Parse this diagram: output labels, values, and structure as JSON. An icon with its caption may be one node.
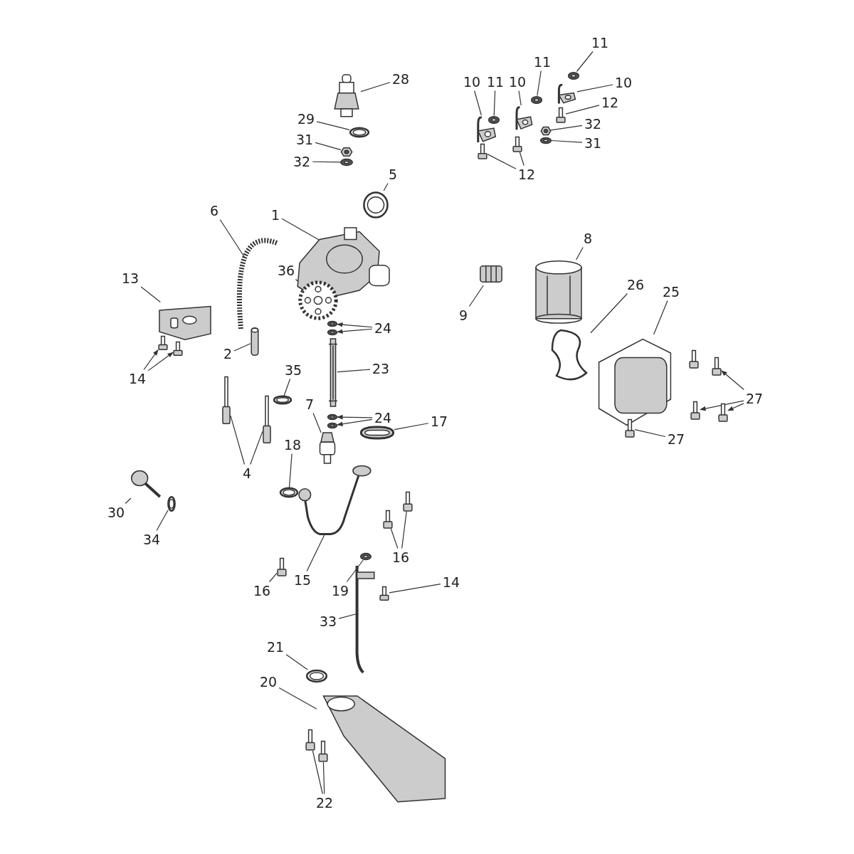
{
  "diagram": {
    "nodes": [
      {
        "text": [
          "28"
        ]
      },
      {
        "text": [],
        "shape": "picture"
      },
      {
        "text": [
          "29"
        ]
      },
      {
        "text": [],
        "shape": "picture"
      },
      {
        "text": [
          "31"
        ]
      },
      {
        "text": [],
        "shape": "picture"
      },
      {
        "text": [
          "32"
        ]
      },
      {
        "text": [],
        "shape": "picture"
      },
      {
        "text": [
          "10"
        ]
      },
      {
        "text": [],
        "shape": "picture"
      },
      {
        "text": [
          "11"
        ]
      },
      {
        "text": [],
        "shape": "picture"
      },
      {
        "text": [
          "10"
        ]
      },
      {
        "text": [],
        "shape": "picture"
      },
      {
        "text": [
          "11"
        ]
      },
      {
        "text": [],
        "shape": "picture"
      },
      {
        "text": [
          "11"
        ]
      },
      {
        "text": [],
        "shape": "picture"
      },
      {
        "text": [
          "10"
        ]
      },
      {
        "text": [],
        "shape": "picture"
      },
      {
        "text": [
          "12"
        ]
      },
      {
        "text": [],
        "shape": "picture"
      },
      {
        "text": [
          "32"
        ]
      },
      {
        "text": [],
        "shape": "picture"
      },
      {
        "text": [
          "31"
        ]
      },
      {
        "text": [],
        "shape": "picture"
      },
      {
        "text": [
          "12"
        ]
      },
      {
        "text": [],
        "shape": "picture"
      },
      {
        "text": [],
        "shape": "picture"
      },
      {
        "text": [
          "5"
        ]
      },
      {
        "text": [],
        "shape": "picture"
      },
      {
        "text": [
          "6"
        ]
      },
      {
        "text": [],
        "shape": "picture"
      },
      {
        "text": [
          "1"
        ]
      },
      {
        "text": [],
        "shape": "picture"
      },
      {
        "text": [
          "36"
        ]
      },
      {
        "text": [],
        "shape": "picture"
      },
      {
        "text": [
          "13"
        ]
      },
      {
        "text": [],
        "shape": "picture"
      },
      {
        "text": [
          "2"
        ]
      },
      {
        "text": [],
        "shape": "picture"
      },
      {
        "text": [
          "14"
        ]
      },
      {
        "text": [],
        "shape": "picture"
      },
      {
        "text": [],
        "shape": "picture"
      },
      {
        "text": [
          "24"
        ]
      },
      {
        "text": [],
        "shape": "picture"
      },
      {
        "text": [],
        "shape": "picture"
      },
      {
        "text": [
          "23"
        ]
      },
      {
        "text": [],
        "shape": "picture"
      },
      {
        "text": [
          "35"
        ]
      },
      {
        "text": [],
        "shape": "picture"
      },
      {
        "text": [
          "8"
        ]
      },
      {
        "text": [],
        "shape": "picture"
      },
      {
        "text": [
          "9"
        ]
      },
      {
        "text": [],
        "shape": "picture"
      },
      {
        "text": [
          "26"
        ]
      },
      {
        "text": [],
        "shape": "picture"
      },
      {
        "text": [
          "25"
        ]
      },
      {
        "text": [],
        "shape": "picture"
      },
      {
        "text": [
          "27"
        ]
      },
      {
        "text": [],
        "shape": "picture"
      },
      {
        "text": [],
        "shape": "picture"
      },
      {
        "text": [],
        "shape": "picture"
      },
      {
        "text": [
          "27"
        ]
      },
      {
        "text": [],
        "shape": "picture"
      },
      {
        "text": [
          "7"
        ]
      },
      {
        "text": [],
        "shape": "picture"
      },
      {
        "text": [
          "24"
        ]
      },
      {
        "text": [],
        "shape": "picture"
      },
      {
        "text": [],
        "shape": "picture"
      },
      {
        "text": [
          "17"
        ]
      },
      {
        "text": [],
        "shape": "picture"
      },
      {
        "text": [
          "4"
        ]
      },
      {
        "text": [],
        "shape": "picture"
      },
      {
        "text": [],
        "shape": "picture"
      },
      {
        "text": [
          "18"
        ]
      },
      {
        "text": [],
        "shape": "picture"
      },
      {
        "text": [
          "30"
        ]
      },
      {
        "text": [],
        "shape": "picture"
      },
      {
        "text": [
          "34"
        ]
      },
      {
        "text": [],
        "shape": "picture"
      },
      {
        "text": [
          "16"
        ]
      },
      {
        "text": [],
        "shape": "picture"
      },
      {
        "text": [],
        "shape": "picture"
      },
      {
        "text": [
          "16"
        ]
      },
      {
        "text": [],
        "shape": "picture"
      },
      {
        "text": [
          "15"
        ]
      },
      {
        "text": [],
        "shape": "picture"
      },
      {
        "text": [
          "19"
        ]
      },
      {
        "text": [],
        "shape": "picture"
      },
      {
        "text": [
          "14"
        ]
      },
      {
        "text": [],
        "shape": "picture"
      },
      {
        "text": [
          "33"
        ]
      },
      {
        "text": [],
        "shape": "picture"
      },
      {
        "text": [
          "21"
        ]
      },
      {
        "text": [],
        "shape": "picture"
      },
      {
        "text": [
          "20"
        ]
      },
      {
        "text": [],
        "shape": "picture"
      },
      {
        "text": [
          "22"
        ]
      },
      {
        "text": [],
        "shape": "picture"
      },
      {
        "text": [],
        "shape": "picture"
      }
    ],
    "edges": [
      {
        "from": 0,
        "to": 1,
        "arrow": "none"
      },
      {
        "from": 2,
        "to": 3,
        "arrow": "none"
      },
      {
        "from": 4,
        "to": 5,
        "arrow": "none"
      },
      {
        "from": 6,
        "to": 7,
        "arrow": "none"
      },
      {
        "from": 8,
        "to": 9,
        "arrow": "none"
      },
      {
        "from": 10,
        "to": 11,
        "arrow": "none"
      },
      {
        "from": 12,
        "to": 13,
        "arrow": "none"
      },
      {
        "from": 14,
        "to": 15,
        "arrow": "none"
      },
      {
        "from": 16,
        "to": 17,
        "arrow": "none"
      },
      {
        "from": 18,
        "to": 19,
        "arrow": "none"
      },
      {
        "from": 20,
        "to": 21,
        "arrow": "none"
      },
      {
        "from": 22,
        "to": 23,
        "arrow": "none"
      },
      {
        "from": 24,
        "to": 25,
        "arrow": "none"
      },
      {
        "from": 26,
        "to": 27,
        "arrow": "none"
      },
      {
        "from": 26,
        "to": 28,
        "arrow": "none"
      },
      {
        "from": 29,
        "to": 30,
        "arrow": "none"
      },
      {
        "from": 31,
        "to": 32,
        "arrow": "none"
      },
      {
        "from": 33,
        "to": 34,
        "arrow": "none"
      },
      {
        "from": 35,
        "to": 36,
        "arrow": "none"
      },
      {
        "from": 37,
        "to": 38,
        "arrow": "none"
      },
      {
        "from": 39,
        "to": 40,
        "arrow": "none"
      },
      {
        "from": 41,
        "to": 42,
        "arrow": "to"
      },
      {
        "from": 41,
        "to": 43,
        "arrow": "to"
      },
      {
        "from": 44,
        "to": 45,
        "arrow": "to"
      },
      {
        "from": 44,
        "to": 46,
        "arrow": "to"
      },
      {
        "from": 47,
        "to": 48,
        "arrow": "none"
      },
      {
        "from": 49,
        "to": 50,
        "arrow": "none"
      },
      {
        "from": 51,
        "to": 52,
        "arrow": "none"
      },
      {
        "from": 53,
        "to": 54,
        "arrow": "none"
      },
      {
        "from": 55,
        "to": 56,
        "arrow": "none"
      },
      {
        "from": 57,
        "to": 58,
        "arrow": "none"
      },
      {
        "from": 59,
        "to": 60,
        "arrow": "to"
      },
      {
        "from": 59,
        "to": 61,
        "arrow": "to"
      },
      {
        "from": 59,
        "to": 62,
        "arrow": "to"
      },
      {
        "from": 63,
        "to": 64,
        "arrow": "none"
      },
      {
        "from": 65,
        "to": 66,
        "arrow": "none"
      },
      {
        "from": 67,
        "to": 68,
        "arrow": "to"
      },
      {
        "from": 67,
        "to": 69,
        "arrow": "to"
      },
      {
        "from": 70,
        "to": 71,
        "arrow": "none"
      },
      {
        "from": 72,
        "to": 73,
        "arrow": "none"
      },
      {
        "from": 72,
        "to": 74,
        "arrow": "none"
      },
      {
        "from": 75,
        "to": 76,
        "arrow": "none"
      },
      {
        "from": 77,
        "to": 78,
        "arrow": "none"
      },
      {
        "from": 79,
        "to": 80,
        "arrow": "none"
      },
      {
        "from": 81,
        "to": 82,
        "arrow": "none"
      },
      {
        "from": 81,
        "to": 83,
        "arrow": "none"
      },
      {
        "from": 84,
        "to": 85,
        "arrow": "none"
      },
      {
        "from": 86,
        "to": 87,
        "arrow": "none"
      },
      {
        "from": 88,
        "to": 89,
        "arrow": "none"
      },
      {
        "from": 90,
        "to": 91,
        "arrow": "none"
      },
      {
        "from": 92,
        "to": 93,
        "arrow": "none"
      },
      {
        "from": 94,
        "to": 95,
        "arrow": "none"
      },
      {
        "from": 96,
        "to": 97,
        "arrow": "none"
      },
      {
        "from": 98,
        "to": 99,
        "arrow": "none"
      },
      {
        "from": 98,
        "to": 100,
        "arrow": "none"
      }
    ]
  }
}
